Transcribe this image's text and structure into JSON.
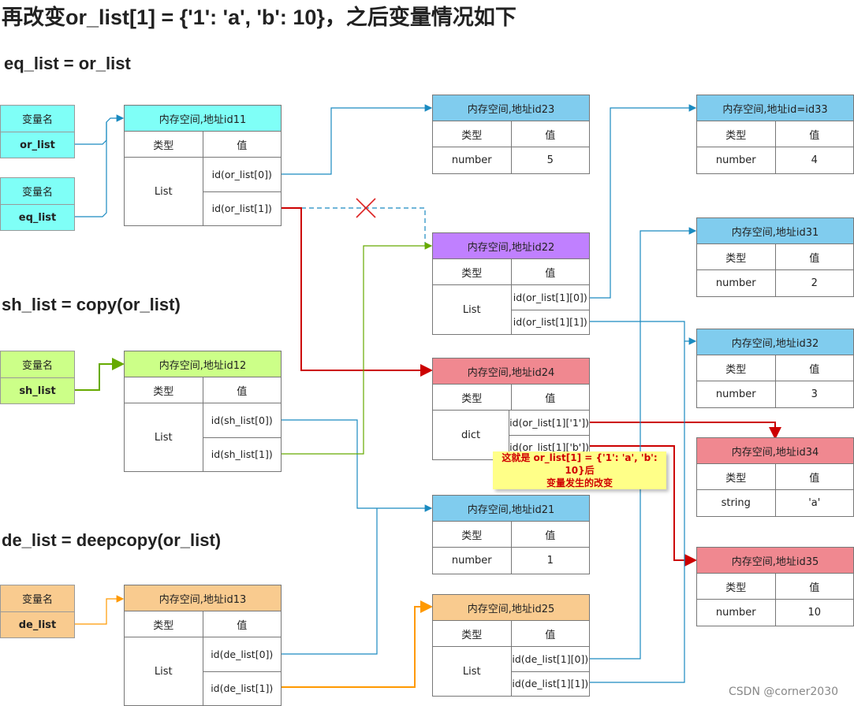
{
  "title": "再改变or_list[1] = {'1': 'a', 'b': 10}，之后变量情况如下",
  "sections": {
    "eq": "eq_list = or_list",
    "sh": "sh_list = copy(or_list)",
    "de": "de_list = deepcopy(or_list)"
  },
  "colors": {
    "cyan": "#7ffff7",
    "blue": "#80ccee",
    "purple": "#c080ff",
    "red": "#f08890",
    "green": "#ccff88",
    "orange": "#f9cb8f",
    "wire_blue": "#1a8ac0",
    "wire_red": "#cc0000",
    "wire_green": "#66aa00",
    "wire_orange": "#ff9900"
  },
  "vars": {
    "or": {
      "header": "变量名",
      "name": "or_list"
    },
    "eq": {
      "header": "变量名",
      "name": "eq_list"
    },
    "sh": {
      "header": "变量名",
      "name": "sh_list"
    },
    "de": {
      "header": "变量名",
      "name": "de_list"
    }
  },
  "col_type": "类型",
  "col_value": "值",
  "mem": {
    "id11": {
      "title": "内存空间,地址id11",
      "type": "List",
      "vals": [
        "id(or_list[0])",
        "id(or_list[1])"
      ]
    },
    "id12": {
      "title": "内存空间,地址id12",
      "type": "List",
      "vals": [
        "id(sh_list[0])",
        "id(sh_list[1])"
      ]
    },
    "id13": {
      "title": "内存空间,地址id13",
      "type": "List",
      "vals": [
        "id(de_list[0])",
        "id(de_list[1])"
      ]
    },
    "id22": {
      "title": "内存空间,地址id22",
      "type": "List",
      "vals": [
        "id(or_list[1][0])",
        "id(or_list[1][1])"
      ]
    },
    "id24": {
      "title": "内存空间,地址id24",
      "type": "dict",
      "vals": [
        "id(or_list[1]['1'])",
        "id(or_list[1]['b'])"
      ]
    },
    "id25": {
      "title": "内存空间,地址id25",
      "type": "List",
      "vals": [
        "id(de_list[1][0])",
        "id(de_list[1][1])"
      ]
    },
    "id23": {
      "title": "内存空间,地址id23",
      "type": "number",
      "val": "5"
    },
    "id21": {
      "title": "内存空间,地址id21",
      "type": "number",
      "val": "1"
    },
    "id33": {
      "title": "内存空间,地址id=id33",
      "type": "number",
      "val": "4"
    },
    "id31": {
      "title": "内存空间,地址id31",
      "type": "number",
      "val": "2"
    },
    "id32": {
      "title": "内存空间,地址id32",
      "type": "number",
      "val": "3"
    },
    "id34": {
      "title": "内存空间,地址id34",
      "type": "string",
      "val": "'a'"
    },
    "id35": {
      "title": "内存空间,地址id35",
      "type": "number",
      "val": "10"
    }
  },
  "note": {
    "line1": "这就是 or_list[1] = {'1': 'a', 'b': 10}后",
    "line2": "变量发生的改变"
  },
  "watermark": "CSDN @corner2030"
}
